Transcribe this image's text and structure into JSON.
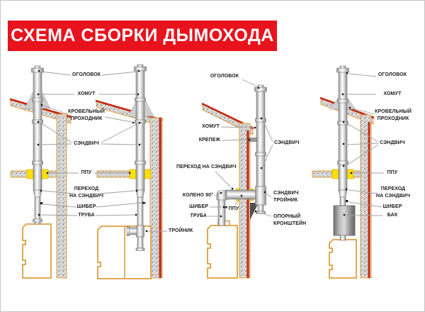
{
  "title": "СХЕМА СБОРКИ ДЫМОХОДА",
  "colors": {
    "banner_red": "#e8131c",
    "roof_red": "#c6270f",
    "outline_orange": "#dd9f3d",
    "ppu_yellow": "#ffdf00",
    "label_text": "#1c1c1c"
  },
  "labels": {
    "col12": {
      "ogolovok": "ОГОЛОВОК",
      "khomut": "ХОМУТ",
      "krovelny": "КРОВЕЛЬНЫЙ\nПРОХОДНИК",
      "sandwich": "СЭНДВИЧ",
      "ppu": "ППУ",
      "perekhod": "ПЕРЕХОД\nНА СЭНДВИЧ",
      "shiber": "ШИБЕР",
      "truba": "ТРУБА",
      "troynik": "ТРОЙНИК"
    },
    "col3": {
      "ogolovok": "ОГОЛОВОК",
      "khomut": "ХОМУТ",
      "krepezh": "КРЕПЕЖ",
      "sandwich": "СЭНДВИЧ",
      "perekhod": "ПЕРЕХОД НА СЭНДВИЧ",
      "koleno": "КОЛЕНО 90°",
      "shiber": "ШИБЕР",
      "truba": "ТРУБА",
      "ppu": "ППУ",
      "sandwich_troynik": "СЭНДВИЧ\nТРОЙНИК",
      "oporny": "ОПОРНЫЙ\nКРОНШТЕЙН"
    },
    "col4": {
      "ogolovok": "ОГОЛОВОК",
      "khomut": "ХОМУТ",
      "krovelny": "КРОВЕЛЬНЫЙ\nПРОХОДНИК",
      "sandwich": "СЭНДВИЧ",
      "ppu": "ППУ",
      "perekhod": "ПЕРЕХОД\nНА СЭНДВИЧ",
      "shiber": "ШИБЕР",
      "bak": "БАК"
    }
  }
}
